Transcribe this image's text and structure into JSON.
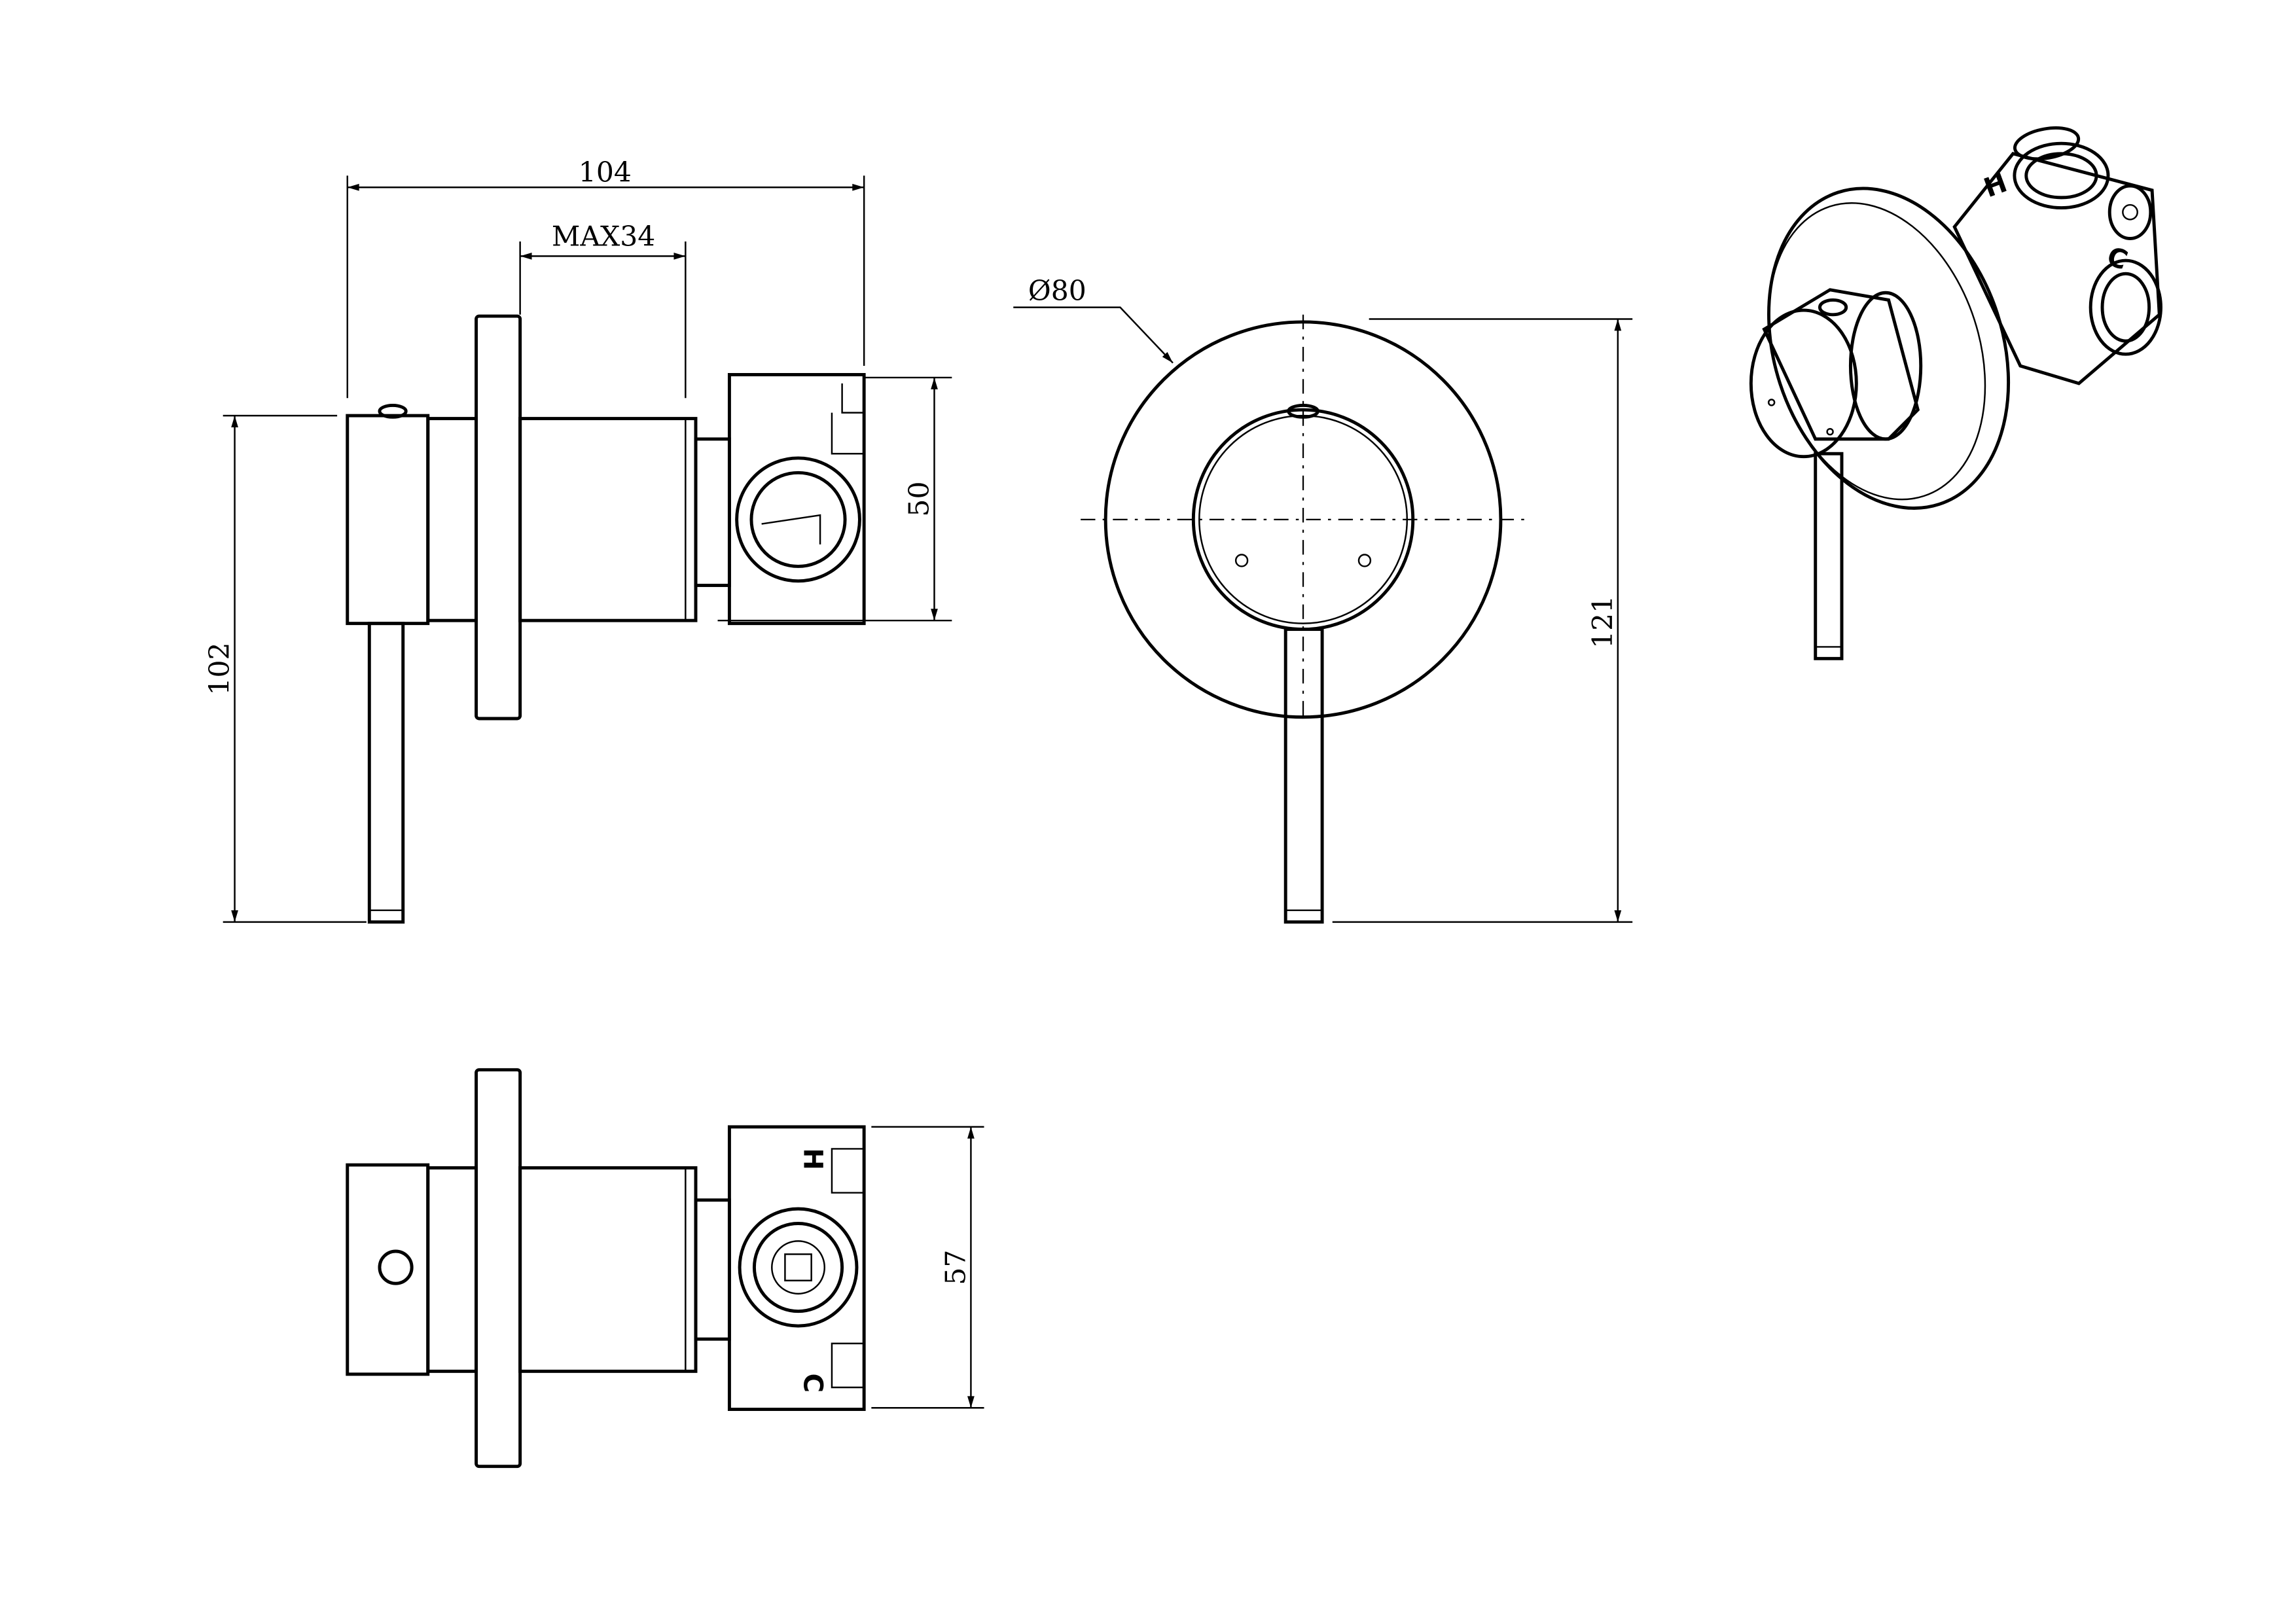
{
  "drawing": {
    "colors": {
      "line": "#000000",
      "background": "#ffffff"
    },
    "side_view": {
      "dim_overall_depth": "104",
      "dim_max_wall": "MAX34",
      "dim_valve_height": "50",
      "dim_overall_height": "102"
    },
    "front_view": {
      "dim_plate_diameter": "Ø80",
      "dim_total_height": "121"
    },
    "bottom_view": {
      "dim_valve_width": "57",
      "hot_label": "H",
      "cold_label": "C"
    },
    "iso_view": {
      "hot_label": "H",
      "cold_label": "C"
    }
  }
}
